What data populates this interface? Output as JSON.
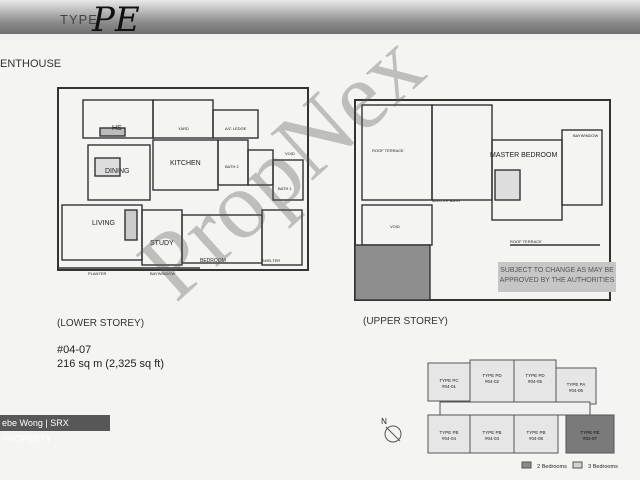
{
  "header": {
    "type_label": "TYPE",
    "type_value": "PE",
    "section": "ENTHOUSE"
  },
  "lower": {
    "caption": "(LOWER STOREY)",
    "rooms": {
      "hs": "HS",
      "yard": "YARD",
      "ac_ledge": "A/C LEDGE",
      "kitchen": "KITCHEN",
      "dining": "DINING",
      "living": "LIVING",
      "study": "STUDY",
      "bath1": "BATH 1",
      "bath2": "BATH 2",
      "void": "VOID",
      "planter": "PLANTER",
      "baywindow": "BAYWINDOW",
      "bedroom": "BEDROOM",
      "shelter": "SHELTER"
    }
  },
  "upper": {
    "caption": "(UPPER STOREY)",
    "rooms": {
      "roof_terrace": "ROOF TERRACE",
      "master_bedroom": "MASTER BEDROOM",
      "master_bath": "MASTER BATH",
      "void": "VOID",
      "baywindow": "BAYWINDOW",
      "roof_terrace2": "ROOF TERRACE"
    },
    "stamp_lines": [
      "SUBJECT TO CHANGE AS MAY BE",
      "APPROVED BY THE AUTHORITIES"
    ]
  },
  "unit": {
    "number": "#04-07",
    "area": "216 sq m (2,325 sq ft)"
  },
  "watermark": "PropNex",
  "credit": "ebe Wong | SRX PROPERTY",
  "key_plan": {
    "units": [
      {
        "type": "TYPE PC",
        "no": "#04-01"
      },
      {
        "type": "TYPE PD",
        "no": "#04-02"
      },
      {
        "type": "TYPE PD",
        "no": "#04-05"
      },
      {
        "type": "TYPE PA",
        "no": "#04-06"
      },
      {
        "type": "TYPE PB",
        "no": "#04-04"
      },
      {
        "type": "TYPE PB",
        "no": "#04-03"
      },
      {
        "type": "TYPE PB",
        "no": "#04-08"
      },
      {
        "type": "TYPE PE",
        "no": "#04-07"
      }
    ],
    "legend": [
      "2 Bedrooms",
      "3 Bedrooms"
    ],
    "colors": {
      "two_bed": "#8a8a8a",
      "three_bed": "#d2d2d2",
      "highlight": "#7a7a7a"
    },
    "north": "N"
  }
}
